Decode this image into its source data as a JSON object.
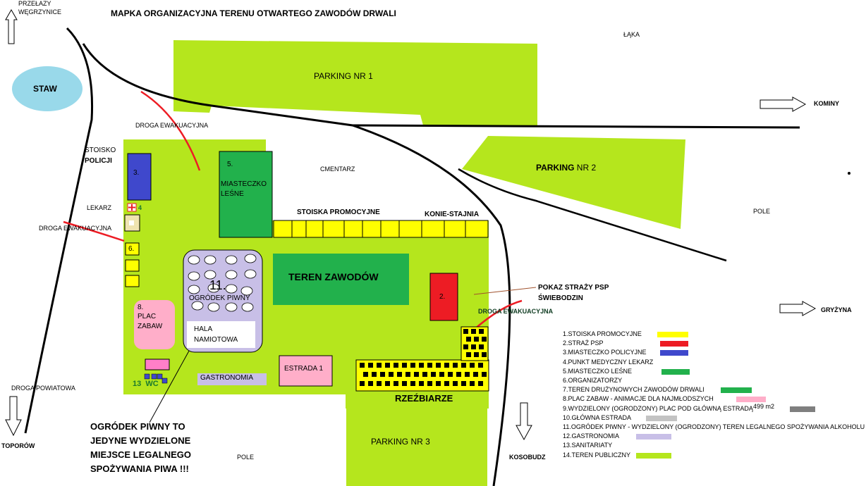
{
  "title": "MAPKA ORGANIZACYJNA TERENU OTWARTEGO ZAWODÓW DRWALI",
  "colors": {
    "grass": "#b5e61d",
    "green": "#22b14c",
    "yellow": "#ffff00",
    "red": "#ed1c24",
    "blue": "#3f48cc",
    "pink": "#ffaec9",
    "lavender": "#c8bfe7",
    "gray": "#7f7f7f",
    "lightgray": "#c3c3c3",
    "lake": "#99d9ea",
    "evac": "#ed1c24"
  },
  "directions": {
    "przelazy": [
      "PRZEŁAZY",
      "WĘGRZYNICE"
    ],
    "kominy": "KOMINY",
    "gryzyna": "GRYŻYNA",
    "toporow": "TOPORÓW",
    "kosobudz": "KOSOBUDZ"
  },
  "places": {
    "staw": "STAW",
    "laka": "ŁĄKA",
    "cmentarz": "CMENTARZ",
    "pole_right": "POLE",
    "pole_bottom": "POLE",
    "droga_powiatowa": "DROGA POWIATOWA"
  },
  "parking": {
    "p1": "PARKING  NR 1",
    "p2_bold": "PARKING",
    "p2_rest": " NR 2",
    "p3": "PARKING NR 3"
  },
  "evac_labels": {
    "top": "DROGA EWAKUACYJNA",
    "left": "DROGA EWAKUACYJNA",
    "right": "DROGA EWAKUACYJNA"
  },
  "areas": {
    "stoisko": "STOISKO",
    "policji": "POLICJI",
    "n3": "3.",
    "lekarz": "LEKARZ",
    "n4": "4",
    "n5": "5.",
    "miasteczko": [
      "MIASTECZKO",
      "LEŚNE"
    ],
    "stoiska_promocyjne": "STOISKA PROMOCYJNE",
    "konie": "KONIE-STAJNIA",
    "n6": "6.",
    "teren_zawodow": "TEREN ZAWODÓW",
    "n2": "2.",
    "pokaz": [
      "POKAZ STRAŻY PSP",
      "ŚWIEBODZIN"
    ],
    "n11": "11.",
    "ogrodek": "OGRÓDEK PIWNY",
    "hala": [
      "HALA",
      "NAMIOTOWA"
    ],
    "plac": [
      "8.",
      "PLAC",
      "ZABAW"
    ],
    "wc": "13  WC",
    "gastronomia": "GASTRONOMIA",
    "estrada": "ESTRADA 1",
    "rzezbiarze": "RZEŹBIARZE"
  },
  "note": [
    "OGRÓDEK PIWNY TO",
    "JEDYNE WYDZIELONE",
    "MIEJSCE LEGALNEGO",
    "SPOŻYWANIA PIWA !!!"
  ],
  "legend": [
    {
      "text": "1.STOISKA PROMOCYJNE",
      "color": "#ffff00"
    },
    {
      "text": "2.STRAŻ  PSP",
      "color": "#ed1c24"
    },
    {
      "text": "3.MIASTECZKO POLICYJNE",
      "color": "#3f48cc"
    },
    {
      "text": "4.PUNKT MEDYCZNY LEKARZ",
      "color": ""
    },
    {
      "text": "5.MIASTECZKO LEŚNE",
      "color": "#22b14c"
    },
    {
      "text": "6.ORGANIZATORZY",
      "color": ""
    },
    {
      "text": "7.TEREN DRUŻYNOWYCH ZAWODÓW DRWALI",
      "color": "#22b14c"
    },
    {
      "text": "8.PLAC ZABAW - ANIMACJE DLA NAJMŁODSZYCH",
      "color": "#ffaec9"
    },
    {
      "text": "9.WYDZIELONY (OGRODZONY) PLAC POD GŁÓWNĄ ESTRADĄ",
      "color": "#7f7f7f"
    },
    {
      "text": "10.GŁÓWNA ESTRADA",
      "color": "#c3c3c3"
    },
    {
      "text": "11.OGRÓDEK PIWNY - WYDZIELONY (OGRODZONY) TEREN LEGALNEGO SPOŻYWANIA ALKOHOLU",
      "color": ""
    },
    {
      "text": "12.GASTRONOMIA",
      "color": "#c8bfe7"
    },
    {
      "text": "13.SANITARIATY",
      "color": ""
    },
    {
      "text": "14.TEREN PUBLICZNY",
      "color": "#b5e61d"
    }
  ],
  "legend_area_value": "499 m2"
}
